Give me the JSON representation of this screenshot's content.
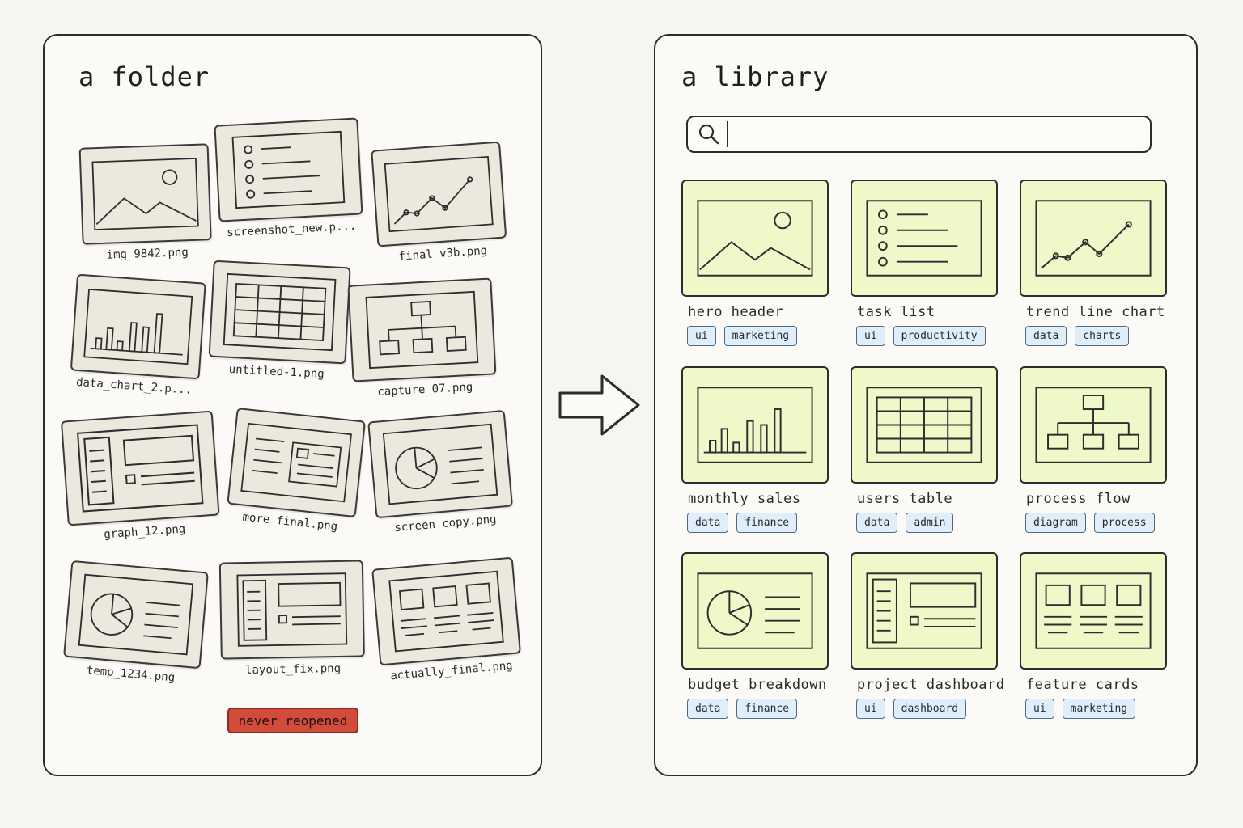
{
  "folder": {
    "title": "a folder",
    "files": [
      {
        "name": "img_9842.png",
        "icon": "image-icon"
      },
      {
        "name": "screenshot_new.p...",
        "icon": "list-icon"
      },
      {
        "name": "final_v3b.png",
        "icon": "line-chart-icon"
      },
      {
        "name": "data_chart_2.p...",
        "icon": "bar-chart-icon"
      },
      {
        "name": "untitled-1.png",
        "icon": "table-icon"
      },
      {
        "name": "capture_07.png",
        "icon": "flowchart-icon"
      },
      {
        "name": "graph_12.png",
        "icon": "dashboard-icon"
      },
      {
        "name": "more_final.png",
        "icon": "document-layout-icon"
      },
      {
        "name": "screen_copy.png",
        "icon": "pie-chart-icon"
      },
      {
        "name": "temp_1234.png",
        "icon": "pie-chart-icon"
      },
      {
        "name": "layout_fix.png",
        "icon": "dashboard-icon"
      },
      {
        "name": "actually_final.png",
        "icon": "cards-icon"
      }
    ],
    "badge": "never reopened",
    "badge_color": "#d24c3b"
  },
  "arrow_icon": "right-arrow-icon",
  "library": {
    "title": "a library",
    "search": {
      "placeholder": "",
      "value": ""
    },
    "thumb_color": "#eef8c8",
    "tag_color": "#e0eefa",
    "cards": [
      {
        "name": "hero header",
        "icon": "image-icon",
        "tags": [
          "ui",
          "marketing"
        ]
      },
      {
        "name": "task list",
        "icon": "list-icon",
        "tags": [
          "ui",
          "productivity"
        ]
      },
      {
        "name": "trend line chart",
        "icon": "line-chart-icon",
        "tags": [
          "data",
          "charts"
        ]
      },
      {
        "name": "monthly sales",
        "icon": "bar-chart-icon",
        "tags": [
          "data",
          "finance"
        ]
      },
      {
        "name": "users table",
        "icon": "table-icon",
        "tags": [
          "data",
          "admin"
        ]
      },
      {
        "name": "process flow",
        "icon": "flowchart-icon",
        "tags": [
          "diagram",
          "process"
        ]
      },
      {
        "name": "budget breakdown",
        "icon": "pie-chart-icon",
        "tags": [
          "data",
          "finance"
        ]
      },
      {
        "name": "project dashboard",
        "icon": "dashboard-icon",
        "tags": [
          "ui",
          "dashboard"
        ]
      },
      {
        "name": "feature cards",
        "icon": "cards-icon",
        "tags": [
          "ui",
          "marketing"
        ]
      }
    ]
  }
}
